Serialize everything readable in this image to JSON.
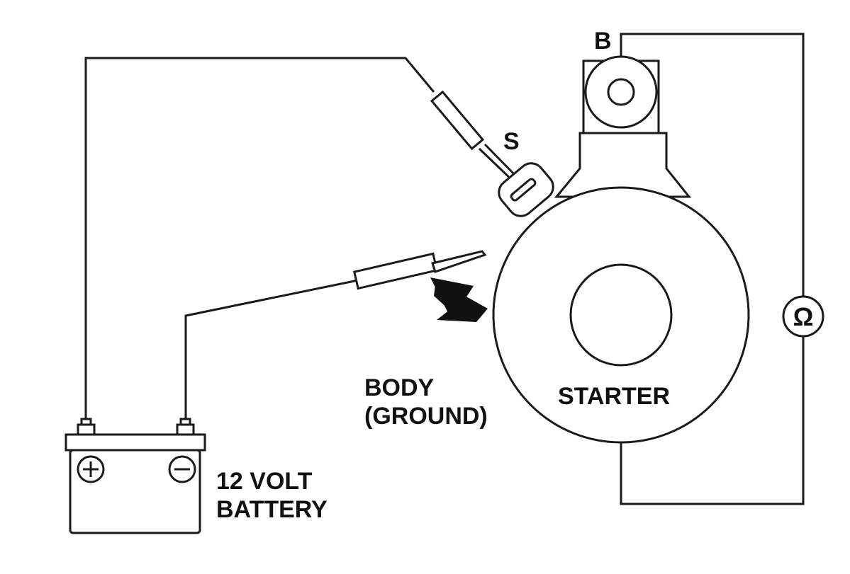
{
  "labels": {
    "terminal_b": "B",
    "terminal_s": "S",
    "body_ground_line1": "BODY",
    "body_ground_line2": "(GROUND)",
    "starter": "STARTER",
    "battery_line1": "12 VOLT",
    "battery_line2": "BATTERY"
  },
  "meter": {
    "symbol": "Ω",
    "icon": "ohmmeter-icon"
  },
  "battery_terminals": {
    "positive": "+",
    "negative": "−"
  },
  "colors": {
    "line": "#1a1a1a",
    "background": "#ffffff"
  }
}
